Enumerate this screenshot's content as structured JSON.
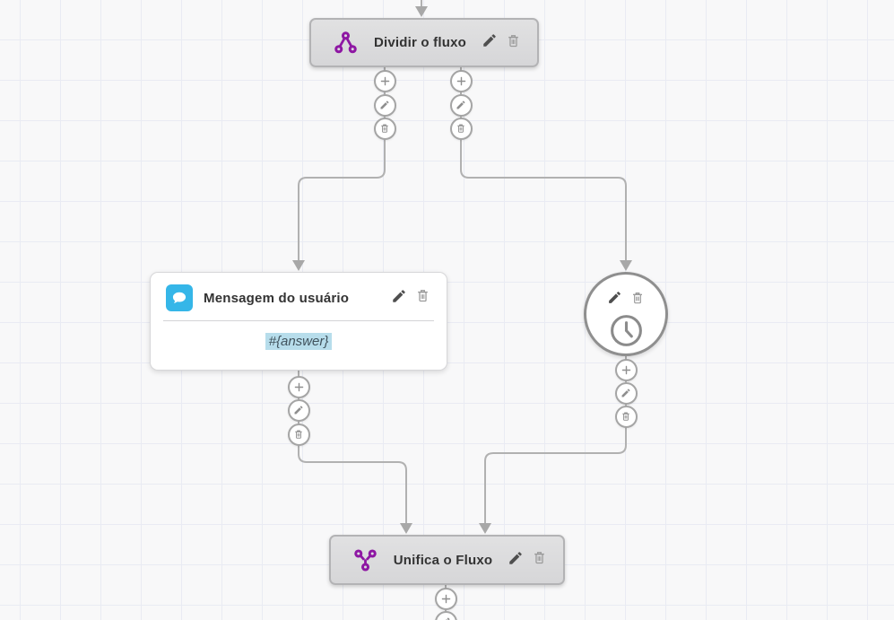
{
  "nodes": {
    "split": {
      "title": "Dividir o fluxo",
      "icon": "split-flow-icon"
    },
    "user_message": {
      "title": "Mensagem do usuário",
      "icon": "chat-bubble-icon",
      "body_text": "#{answer}"
    },
    "timer": {
      "icon": "clock-icon"
    },
    "merge": {
      "title": "Unifica o Fluxo",
      "icon": "merge-flow-icon"
    }
  },
  "port_actions": [
    {
      "name": "add",
      "icon": "plus-icon"
    },
    {
      "name": "edit",
      "icon": "pencil-icon"
    },
    {
      "name": "delete",
      "icon": "trash-icon"
    }
  ],
  "node_actions": [
    {
      "name": "edit",
      "icon": "pencil-icon"
    },
    {
      "name": "delete",
      "icon": "trash-icon"
    }
  ],
  "colors": {
    "accent_purple": "#8e17a3",
    "accent_blue": "#35b6e8",
    "highlight_blue": "#b7ddeb",
    "connector_gray": "#b1b1b1",
    "node_gray": "#dcdcdd",
    "grid_line": "#e9ebf3"
  }
}
